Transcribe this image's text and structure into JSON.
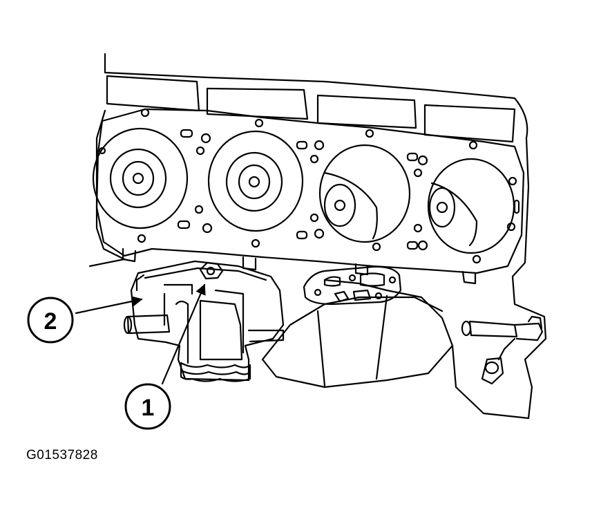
{
  "figure": {
    "id": "G01537828",
    "callouts": [
      {
        "label": "1"
      },
      {
        "label": "2"
      }
    ]
  }
}
